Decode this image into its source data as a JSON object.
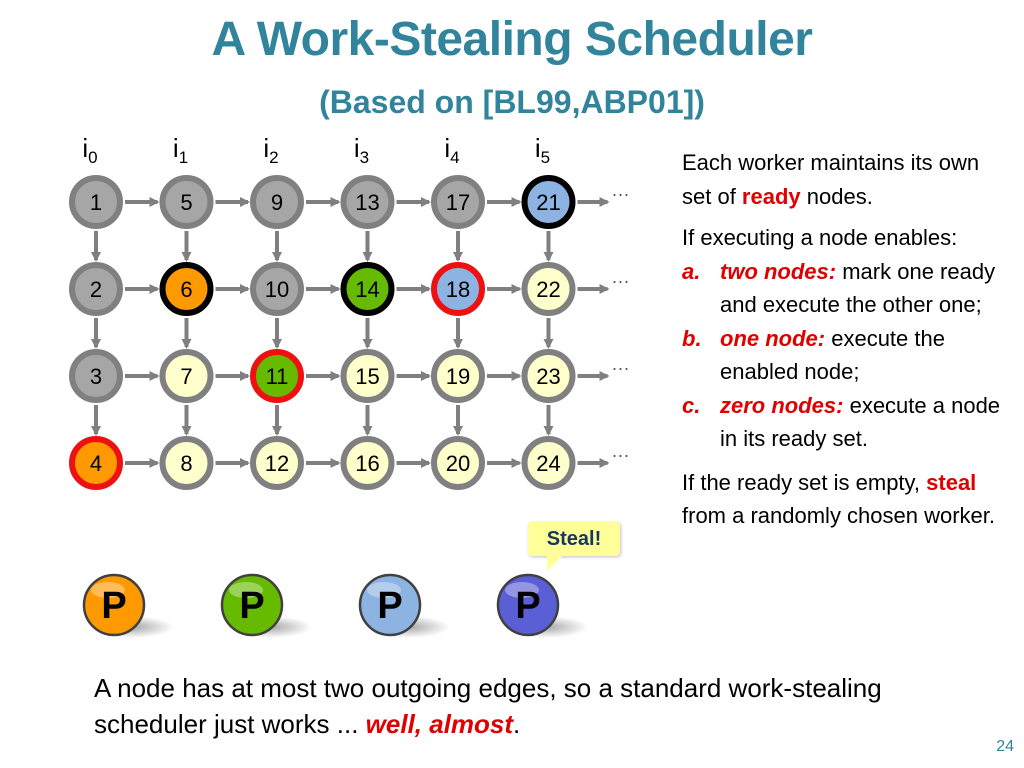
{
  "slide": {
    "title": "A Work-Stealing Scheduler",
    "subtitle": "(Based on [BL99,ABP01])",
    "page_number": "24"
  },
  "columns": [
    {
      "base": "i",
      "sub": "0"
    },
    {
      "base": "i",
      "sub": "1"
    },
    {
      "base": "i",
      "sub": "2"
    },
    {
      "base": "i",
      "sub": "3"
    },
    {
      "base": "i",
      "sub": "4"
    },
    {
      "base": "i",
      "sub": "5"
    }
  ],
  "grid": [
    [
      {
        "label": "1",
        "fill": "#a6a6a6",
        "ring": "#808080"
      },
      {
        "label": "5",
        "fill": "#a6a6a6",
        "ring": "#808080"
      },
      {
        "label": "9",
        "fill": "#a6a6a6",
        "ring": "#808080"
      },
      {
        "label": "13",
        "fill": "#a6a6a6",
        "ring": "#808080"
      },
      {
        "label": "17",
        "fill": "#a6a6a6",
        "ring": "#808080"
      },
      {
        "label": "21",
        "fill": "#8db3e2",
        "ring": "#000000"
      }
    ],
    [
      {
        "label": "2",
        "fill": "#a6a6a6",
        "ring": "#808080"
      },
      {
        "label": "6",
        "fill": "#ff9900",
        "ring": "#000000"
      },
      {
        "label": "10",
        "fill": "#a6a6a6",
        "ring": "#808080"
      },
      {
        "label": "14",
        "fill": "#66bb00",
        "ring": "#000000"
      },
      {
        "label": "18",
        "fill": "#8db3e2",
        "ring": "#ee1111"
      },
      {
        "label": "22",
        "fill": "#ffffcc",
        "ring": "#808080"
      }
    ],
    [
      {
        "label": "3",
        "fill": "#a6a6a6",
        "ring": "#808080"
      },
      {
        "label": "7",
        "fill": "#ffffcc",
        "ring": "#808080"
      },
      {
        "label": "11",
        "fill": "#66bb00",
        "ring": "#ee1111"
      },
      {
        "label": "15",
        "fill": "#ffffcc",
        "ring": "#808080"
      },
      {
        "label": "19",
        "fill": "#ffffcc",
        "ring": "#808080"
      },
      {
        "label": "23",
        "fill": "#ffffcc",
        "ring": "#808080"
      }
    ],
    [
      {
        "label": "4",
        "fill": "#ff9900",
        "ring": "#ee1111"
      },
      {
        "label": "8",
        "fill": "#ffffcc",
        "ring": "#808080"
      },
      {
        "label": "12",
        "fill": "#ffffcc",
        "ring": "#808080"
      },
      {
        "label": "16",
        "fill": "#ffffcc",
        "ring": "#808080"
      },
      {
        "label": "20",
        "fill": "#ffffcc",
        "ring": "#808080"
      },
      {
        "label": "24",
        "fill": "#ffffcc",
        "ring": "#808080"
      }
    ]
  ],
  "row_continuation": "···",
  "processors": [
    {
      "label": "P",
      "color": "#ff9900"
    },
    {
      "label": "P",
      "color": "#66bb00"
    },
    {
      "label": "P",
      "color": "#8db3e2"
    },
    {
      "label": "P",
      "color": "#5b5fd6"
    }
  ],
  "callout": {
    "text": "Steal!"
  },
  "side": {
    "p1_a": "Each worker maintains its own set of ",
    "p1_ready": "ready",
    "p1_b": " nodes.",
    "p2": "If executing a node enables:",
    "items": [
      {
        "marker": "a.",
        "em": "two nodes:",
        "text": " mark one ready and execute the other one;"
      },
      {
        "marker": "b.",
        "em": "one node:",
        "text": " execute the enabled node;"
      },
      {
        "marker": "c.",
        "em": "zero nodes:",
        "text": " execute a node in its ready set."
      }
    ],
    "p3_a": "If the ready set is empty, ",
    "p3_steal": "steal",
    "p3_b": " from a randomly chosen worker."
  },
  "bottom": {
    "text": "A node has at most two outgoing edges, so a standard work-stealing scheduler just works ... ",
    "em": "well, almost",
    "end": "."
  }
}
